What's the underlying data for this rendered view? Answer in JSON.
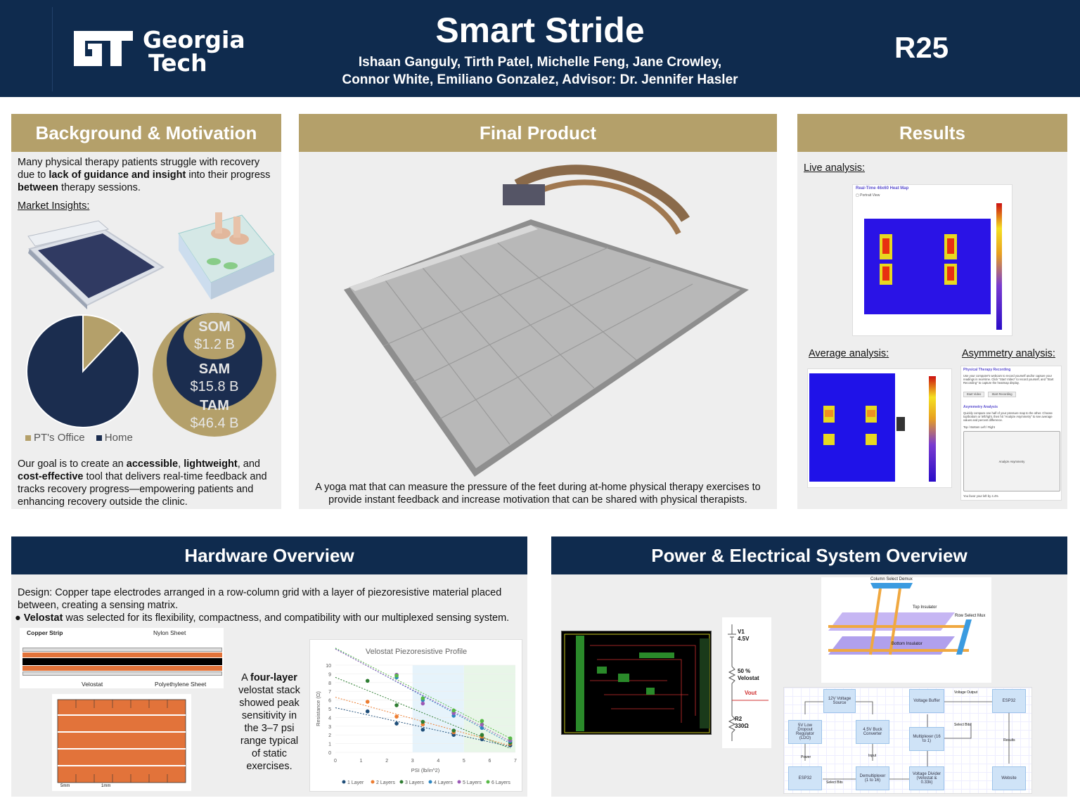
{
  "header": {
    "logo_line1": "Georgia",
    "logo_line2": "Tech",
    "title": "Smart Stride",
    "authors_line1": "Ishaan Ganguly, Tirth Patel, Michelle Feng, Jane Crowley,",
    "authors_line2": "Connor White, Emiliano Gonzalez, Advisor: Dr. Jennifer Hasler",
    "badge": "R25"
  },
  "background": {
    "heading": "Background & Motivation",
    "intro_a": "Many physical therapy patients struggle with recovery due to ",
    "intro_b": "lack of guidance and insight",
    "intro_c": " into their progress ",
    "intro_d": "between",
    "intro_e": " therapy sessions.",
    "market_label": "Market Insights:",
    "pie": {
      "slices": [
        {
          "label": "PT's Office",
          "value": 12,
          "color": "#b4a06a"
        },
        {
          "label": "Home",
          "value": 88,
          "color": "#1b2d4f"
        }
      ]
    },
    "market": [
      {
        "label": "SOM",
        "value": "$1.2 B"
      },
      {
        "label": "SAM",
        "value": "$15.8 B"
      },
      {
        "label": "TAM",
        "value": "$46.4 B"
      }
    ],
    "goal_a": "Our goal is to create an ",
    "goal_b": "accessible",
    "goal_c": ", ",
    "goal_d": "lightweight",
    "goal_e": ", and ",
    "goal_f": "cost-effective",
    "goal_g": " tool that delivers real-time feedback and tracks recovery progress—empowering patients and enhancing recovery outside the clinic."
  },
  "final_product": {
    "heading": "Final Product",
    "caption": "A yoga mat that can measure the pressure of the feet during at-home physical therapy exercises to provide instant feedback and increase motivation that can be shared with physical therapists."
  },
  "results": {
    "heading": "Results",
    "live_label": "Live analysis:",
    "heatmap_title": "Real-Time 46x60 Heat Map",
    "heatmap_checkbox": "Portrait View",
    "average_label": "Average analysis:",
    "asym_label": "Asymmetry analysis:",
    "asym_panel": {
      "title": "Physical Therapy Recording",
      "desc": "Use your computer's webcam to record yourself and/or capture your readings in real-time. Click \"Start Video\" to record yourself, and \"Start Recording\" to capture the heatmap display.",
      "btn1": "Start Video",
      "btn2": "Start Recording",
      "title2": "Asymmetry Analysis",
      "desc2": "Quickly compare one half of your pressure map to the other. Choose top/bottom or left/right, then hit \"Analyze Asymmetry\" to see average values and percent difference.",
      "options": "Top / Bottom  Left / Right",
      "btn3": "Analyze Asymmetry",
      "footer": "You favor your left by 4.4%"
    }
  },
  "hardware": {
    "heading": "Hardware Overview",
    "design": "Design: Copper tape electrodes arranged in a row-column grid with a layer of piezoresistive material placed between, creating a sensing matrix.",
    "bullet_b": "Velostat",
    "bullet_rest": " was selected for its flexibility, compactness, and compatibility with our multiplexed sensing system.",
    "layer_labels": {
      "copper": "Copper Strip",
      "nylon": "Nylon Sheet",
      "velostat": "Velostat",
      "poly": "Polyethylene Sheet"
    },
    "grid_dims": {
      "a": "5mm",
      "b": "1mm"
    },
    "note_a": "A ",
    "note_b": "four-layer",
    "note_c": " velostat stack showed peak sensitivity in the 3–7 psi range typical of static exercises."
  },
  "chart_data": {
    "type": "scatter",
    "title": "Velostat Piezoresistive Profile",
    "xlabel": "PSI (lb/in^2)",
    "ylabel": "Resistance (Ω)",
    "xlim": [
      0,
      7
    ],
    "ylim": [
      0,
      10
    ],
    "xticks": [
      0,
      1,
      2,
      3,
      4,
      5,
      6,
      7
    ],
    "yticks": [
      0,
      1,
      2,
      3,
      4,
      5,
      6,
      7,
      8,
      9,
      10
    ],
    "series": [
      {
        "name": "1 Layer",
        "color": "#1f4e79",
        "x": [
          1.25,
          2.38,
          3.4,
          4.6,
          5.7,
          6.8
        ],
        "y": [
          4.7,
          3.3,
          2.6,
          2.0,
          1.5,
          0.8
        ]
      },
      {
        "name": "2 Layers",
        "color": "#ed7d31",
        "x": [
          1.25,
          2.38,
          3.4,
          4.6,
          5.7,
          6.8
        ],
        "y": [
          5.8,
          4.1,
          3.2,
          2.3,
          1.8,
          1.0
        ]
      },
      {
        "name": "3 Layers",
        "color": "#2e7d32",
        "x": [
          1.25,
          2.38,
          3.4,
          4.6,
          5.7,
          6.8
        ],
        "y": [
          8.2,
          5.4,
          3.5,
          2.5,
          2.0,
          1.1
        ]
      },
      {
        "name": "4 Layers",
        "color": "#2e86c1",
        "x": [
          2.38,
          3.4,
          4.6,
          5.7,
          6.8
        ],
        "y": [
          8.6,
          6.0,
          4.2,
          2.8,
          1.3
        ]
      },
      {
        "name": "5 Layers",
        "color": "#9b59b6",
        "x": [
          2.38,
          3.4,
          4.6,
          5.7,
          6.8
        ],
        "y": [
          8.9,
          5.6,
          4.5,
          3.2,
          1.4
        ]
      },
      {
        "name": "6 Layers",
        "color": "#58b947",
        "x": [
          2.38,
          3.4,
          4.6,
          5.7,
          6.8
        ],
        "y": [
          8.8,
          6.2,
          4.8,
          3.6,
          1.6
        ]
      }
    ]
  },
  "power": {
    "heading": "Power & Electrical System Overview",
    "circuit": {
      "v1": "V1",
      "v1_val": "4.5V",
      "velostat": "50 %",
      "velostat_name": "Velostat",
      "vout": "Vout",
      "r2": "R2",
      "r2_val": "330Ω"
    },
    "mux": {
      "demux": "Column Select Demux",
      "mux": "Row Select Mux",
      "top": "Top Insulator",
      "bottom": "Bottom Insulator"
    },
    "blocks": {
      "b12v": "12V Voltage Source",
      "ldo": "5V Low Dropout Regulator (LDO)",
      "buck": "4.5V Buck Converter",
      "esp32a": "ESP32",
      "demux": "Demultiplexer (1 to 16)",
      "vbuf": "Voltage Buffer",
      "mux": "Multiplexer (16 to 1)",
      "vdiv": "Voltage Divider (Velostat & 0.33k)",
      "esp32b": "ESP32",
      "website": "Website"
    },
    "edge_labels": {
      "power": "Power",
      "input": "Input",
      "select": "Select Bits",
      "select2": "Select Bits",
      "vout": "Voltage Output",
      "results": "Results"
    }
  }
}
